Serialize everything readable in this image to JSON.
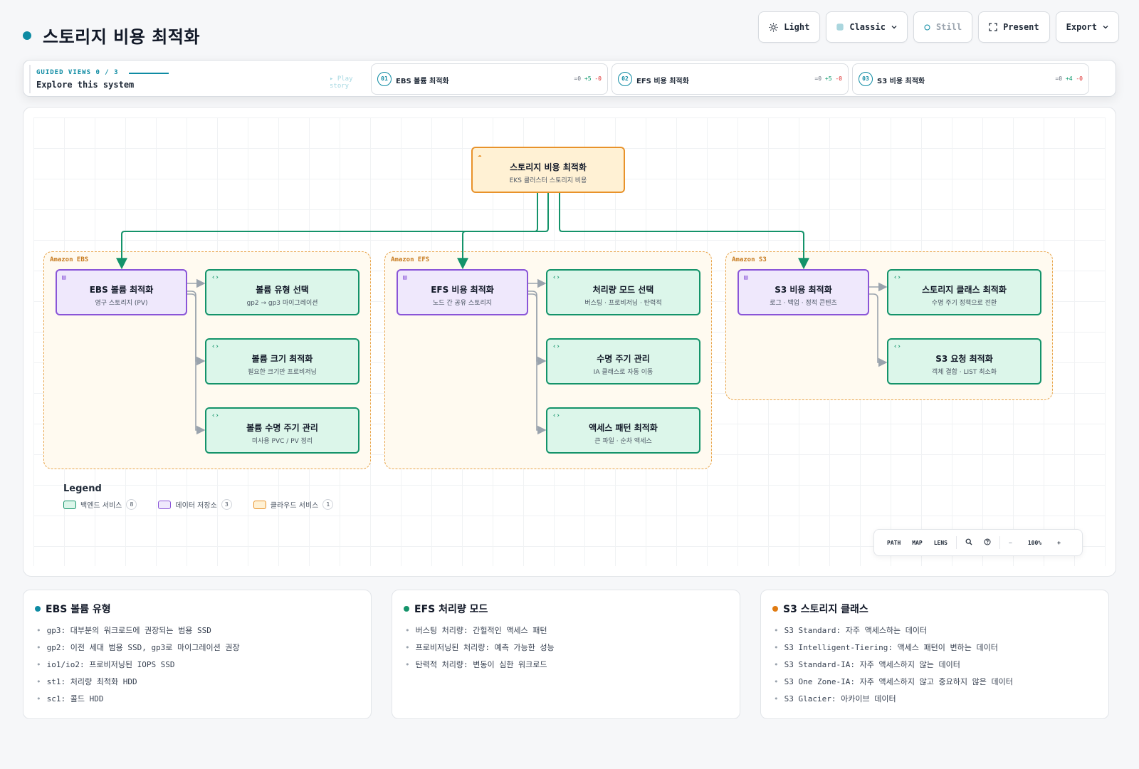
{
  "header": {
    "title": "스토리지 비용 최적화",
    "toolbar": {
      "theme": "Light",
      "style": "Classic",
      "motion": "Still",
      "present": "Present",
      "export": "Export"
    }
  },
  "guided": {
    "label": "GUIDED VIEWS 0 / 3",
    "subtitle": "Explore this system",
    "play": "▸ Play story",
    "steps": [
      {
        "num": "01",
        "label": "EBS 볼륨 최적화",
        "eq": "=0",
        "plus": "+5",
        "minus": "-0"
      },
      {
        "num": "02",
        "label": "EFS 비용 최적화",
        "eq": "=0",
        "plus": "+5",
        "minus": "-0"
      },
      {
        "num": "03",
        "label": "S3 비용 최적화",
        "eq": "=0",
        "plus": "+4",
        "minus": "-0"
      }
    ]
  },
  "diagram": {
    "root": {
      "title": "스토리지 비용 최적화",
      "sub": "EKS 클러스터 스토리지 비용"
    },
    "groups": [
      {
        "label": "Amazon EBS",
        "main": {
          "title": "EBS 볼륨 최적화",
          "sub": "영구 스토리지 (PV)"
        },
        "children": [
          {
            "title": "볼륨 유형 선택",
            "sub": "gp2 → gp3 마이그레이션"
          },
          {
            "title": "볼륨 크기 최적화",
            "sub": "필요한 크기만 프로비저닝"
          },
          {
            "title": "볼륨 수명 주기 관리",
            "sub": "미사용 PVC / PV 정리"
          }
        ]
      },
      {
        "label": "Amazon EFS",
        "main": {
          "title": "EFS 비용 최적화",
          "sub": "노드 간 공유 스토리지"
        },
        "children": [
          {
            "title": "처리량 모드 선택",
            "sub": "버스팅 · 프로비저닝 · 탄력적"
          },
          {
            "title": "수명 주기 관리",
            "sub": "IA 클래스로 자동 이동"
          },
          {
            "title": "액세스 패턴 최적화",
            "sub": "큰 파일 · 순차 액세스"
          }
        ]
      },
      {
        "label": "Amazon S3",
        "main": {
          "title": "S3 비용 최적화",
          "sub": "로그 · 백업 · 정적 콘텐츠"
        },
        "children": [
          {
            "title": "스토리지 클래스 최적화",
            "sub": "수명 주기 정책으로 전환"
          },
          {
            "title": "S3 요청 최적화",
            "sub": "객체 결합 · LIST 최소화"
          }
        ]
      }
    ],
    "legend": {
      "title": "Legend",
      "items": [
        {
          "label": "백엔드 서비스",
          "count": "8",
          "color": "#14936a"
        },
        {
          "label": "데이터 저장소",
          "count": "3",
          "color": "#8a55d8"
        },
        {
          "label": "클라우드 서비스",
          "count": "1",
          "color": "#e8922a"
        }
      ]
    },
    "controls": {
      "path": "PATH",
      "map": "MAP",
      "lens": "LENS",
      "zoom": "100%",
      "minus": "−",
      "plus": "+"
    }
  },
  "cards": [
    {
      "title": "EBS 볼륨 유형",
      "color": "#0e8ba3",
      "items": [
        "gp3: 대부분의 워크로드에 권장되는 범용 SSD",
        "gp2: 이전 세대 범용 SSD, gp3로 마이그레이션 권장",
        "io1/io2: 프로비저닝된 IOPS SSD",
        "st1: 처리량 최적화 HDD",
        "sc1: 콜드 HDD"
      ]
    },
    {
      "title": "EFS 처리량 모드",
      "color": "#14936a",
      "items": [
        "버스팅 처리량: 간헐적인 액세스 패턴",
        "프로비저닝된 처리량: 예측 가능한 성능",
        "탄력적 처리량: 변동이 심한 워크로드"
      ]
    },
    {
      "title": "S3 스토리지 클래스",
      "color": "#e07b12",
      "items": [
        "S3 Standard: 자주 액세스하는 데이터",
        "S3 Intelligent-Tiering: 액세스 패턴이 변하는 데이터",
        "S3 Standard-IA: 자주 액세스하지 않는 데이터",
        "S3 One Zone-IA: 자주 액세스하지 않고 중요하지 않은 데이터",
        "S3 Glacier: 아카이브 데이터"
      ]
    }
  ]
}
